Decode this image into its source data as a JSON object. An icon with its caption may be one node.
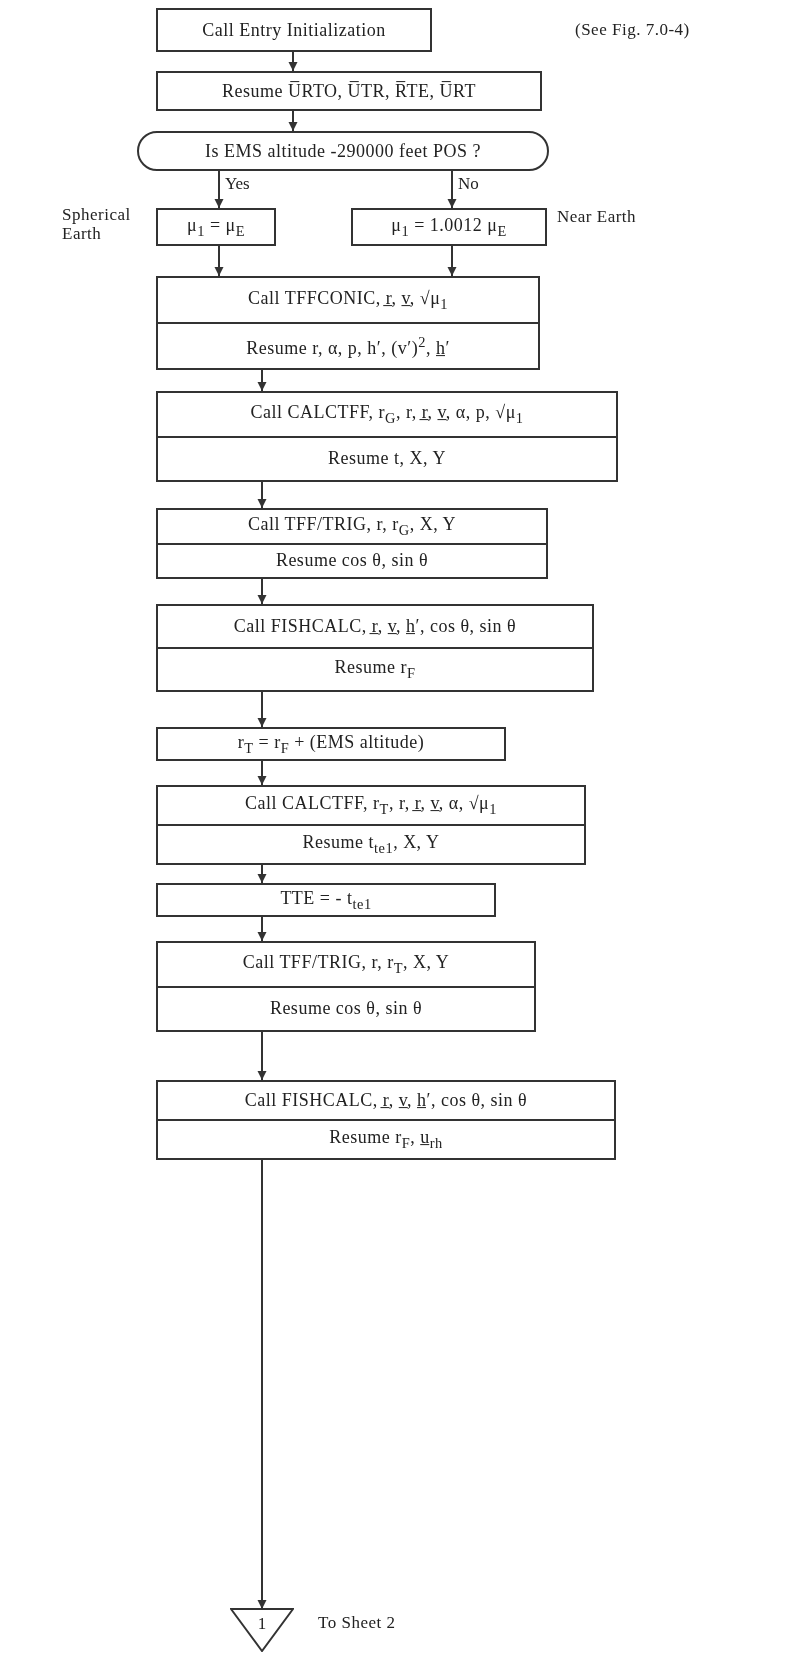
{
  "diagram": {
    "nodes": [
      {
        "text": [
          "Call Entry Initialization"
        ]
      },
      {
        "text": [
          "Resume U̅RTO, U̅TR, R̅TE, U̅RT"
        ]
      },
      {
        "text": [
          "Is EMS altitude -290000 feet POS ?"
        ]
      },
      {
        "text": [
          "μ$_{1}$ = μ$_{E}$"
        ],
        "beside": [
          "Spherical Earth"
        ]
      },
      {
        "text": [
          "μ$_{1}$ = 1.0012 μ$_{E}$"
        ],
        "beside": [
          "Near Earth"
        ]
      },
      {
        "text": [
          "Call TFFCONIC, r̲, v̲, √μ$_{1}$",
          "Resume r, α, p, h′, (v′)$^{2}$, h̲′"
        ]
      },
      {
        "text": [
          "Call CALCTFF, r$_{G}$, r, r̲, v̲, α, p, √μ$_{1}$",
          "Resume t, X, Y"
        ]
      },
      {
        "text": [
          "Call TFF/TRIG, r, r$_{G}$, X, Y",
          "Resume cos θ, sin θ"
        ]
      },
      {
        "text": [
          "Call FISHCALC, r̲, v̲, h̲′, cos θ, sin θ",
          "Resume r$_{F}$"
        ]
      },
      {
        "text": [
          "r$_{T}$ = r$_{F}$ + (EMS altitude)"
        ]
      },
      {
        "text": [
          "Call CALCTFF, r$_{T}$, r, r̲, v̲, α, √μ$_{1}$",
          "Resume t$_{te1}$, X, Y"
        ]
      },
      {
        "text": [
          "TTE = - t$_{te1}$"
        ]
      },
      {
        "text": [
          "Call TFF/TRIG, r, r$_{T}$, X, Y",
          "Resume cos θ, sin θ"
        ]
      },
      {
        "text": [
          "Call FISHCALC, r̲, v̲, h̲′, cos θ, sin θ",
          "Resume r$_{F}$, u̲$_{rh}$"
        ]
      },
      {
        "text": [
          "1"
        ],
        "beside": [
          "To Sheet 2"
        ]
      }
    ],
    "edges": [
      {
        "from": 0,
        "to": 1,
        "arrow": "to"
      },
      {
        "from": 1,
        "to": 2,
        "arrow": "to"
      },
      {
        "from": 2,
        "to": 3,
        "arrow": "to",
        "label": "Yes"
      },
      {
        "from": 2,
        "to": 4,
        "arrow": "to",
        "label": "No"
      },
      {
        "from": 3,
        "to": 5,
        "arrow": "to"
      },
      {
        "from": 4,
        "to": 5,
        "arrow": "to"
      },
      {
        "from": 5,
        "to": 6,
        "arrow": "to"
      },
      {
        "from": 6,
        "to": 7,
        "arrow": "to"
      },
      {
        "from": 7,
        "to": 8,
        "arrow": "to"
      },
      {
        "from": 8,
        "to": 9,
        "arrow": "to"
      },
      {
        "from": 9,
        "to": 10,
        "arrow": "to"
      },
      {
        "from": 10,
        "to": 11,
        "arrow": "to"
      },
      {
        "from": 11,
        "to": 12,
        "arrow": "to"
      },
      {
        "from": 12,
        "to": 13,
        "arrow": "to"
      },
      {
        "from": 13,
        "to": 14,
        "arrow": "to"
      }
    ],
    "labels": [
      "(See Fig. 7.0-4)"
    ]
  }
}
